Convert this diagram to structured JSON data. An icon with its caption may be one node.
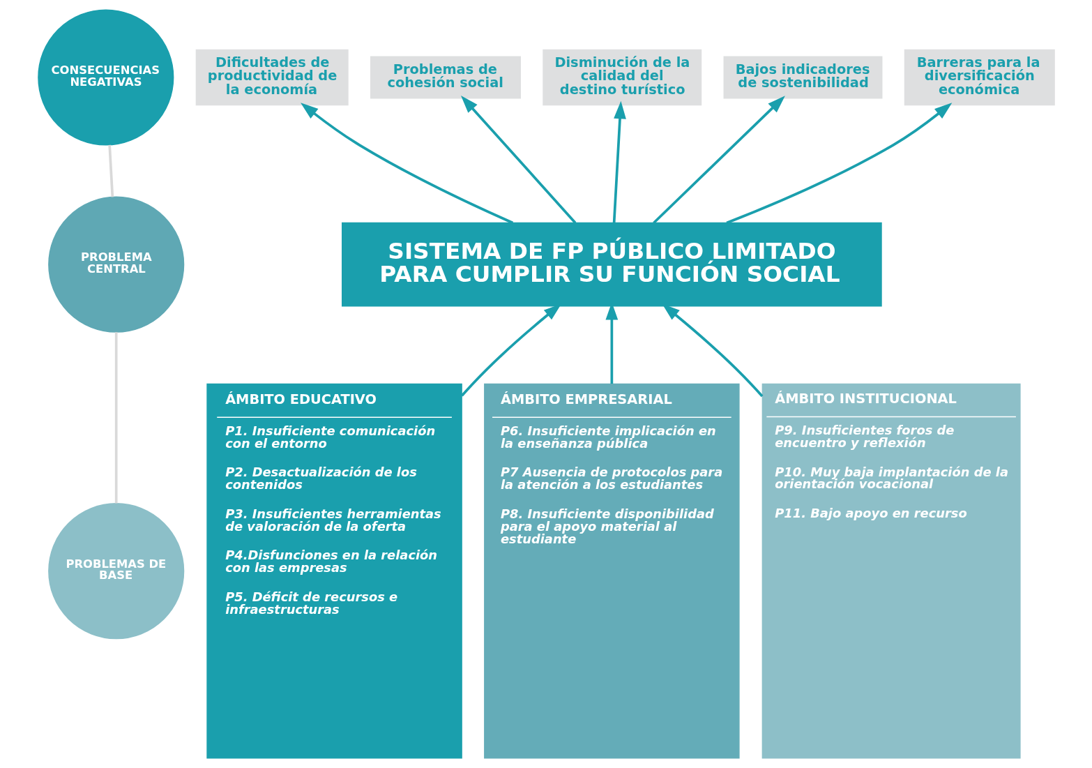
{
  "diagram": {
    "nodes": [
      {
        "text": [
          "CONSECUENCIAS NEGATIVAS"
        ]
      },
      {
        "text": [
          "Dificultades de productividad de la economía"
        ]
      },
      {
        "text": [
          "Problemas de cohesión social"
        ]
      },
      {
        "text": [
          "Disminución de la calidad del destino turístico"
        ]
      },
      {
        "text": [
          "Bajos indicadores de sostenibilidad"
        ]
      },
      {
        "text": [
          "Barreras para la diversificación económica"
        ]
      },
      {
        "text": [
          "PROBLEMA CENTRAL"
        ]
      },
      {
        "text": [
          "SISTEMA DE FP PÚBLICO LIMITADO PARA CUMPLIR SU FUNCIÓN SOCIAL"
        ]
      },
      {
        "text": [
          "PROBLEMAS DE BASE"
        ]
      },
      {
        "text": [
          "ÁMBITO EDUCATIVO",
          "P1. Insuficiente comunicación con el entorno",
          "P2. Desactualización de los contenidos",
          "P3. Insuficientes herramientas de valoración de la oferta",
          "P4.Disfunciones en la relación con las empresas",
          "P5. Déficit de recursos e infraestructuras"
        ]
      },
      {
        "text": [
          "ÁMBITO EMPRESARIAL",
          "P6. Insuficiente implicación en la enseñanza pública",
          "P7 Ausencia de protocolos para la atención a los estudiantes",
          "P8. Insuficiente disponibilidad para el apoyo material al estudiante"
        ]
      },
      {
        "text": [
          "ÁMBITO INSTITUCIONAL",
          "P9. Insuficientes foros de encuentro y reflexión",
          "P10. Muy baja implantación de la orientación vocacional",
          "P11. Bajo apoyo en recurso"
        ]
      }
    ],
    "edges": [
      {
        "from": 0,
        "to": 6,
        "arrow": "none",
        "color": "#d9d9d9"
      },
      {
        "from": 6,
        "to": 8,
        "arrow": "none",
        "color": "#d9d9d9"
      },
      {
        "from": 7,
        "to": 1,
        "arrow": "to"
      },
      {
        "from": 7,
        "to": 2,
        "arrow": "to"
      },
      {
        "from": 7,
        "to": 3,
        "arrow": "to"
      },
      {
        "from": 7,
        "to": 4,
        "arrow": "to"
      },
      {
        "from": 7,
        "to": 5,
        "arrow": "to"
      },
      {
        "from": 9,
        "to": 7,
        "arrow": "to"
      },
      {
        "from": 10,
        "to": 7,
        "arrow": "to"
      },
      {
        "from": 11,
        "to": 7,
        "arrow": "to"
      }
    ]
  }
}
